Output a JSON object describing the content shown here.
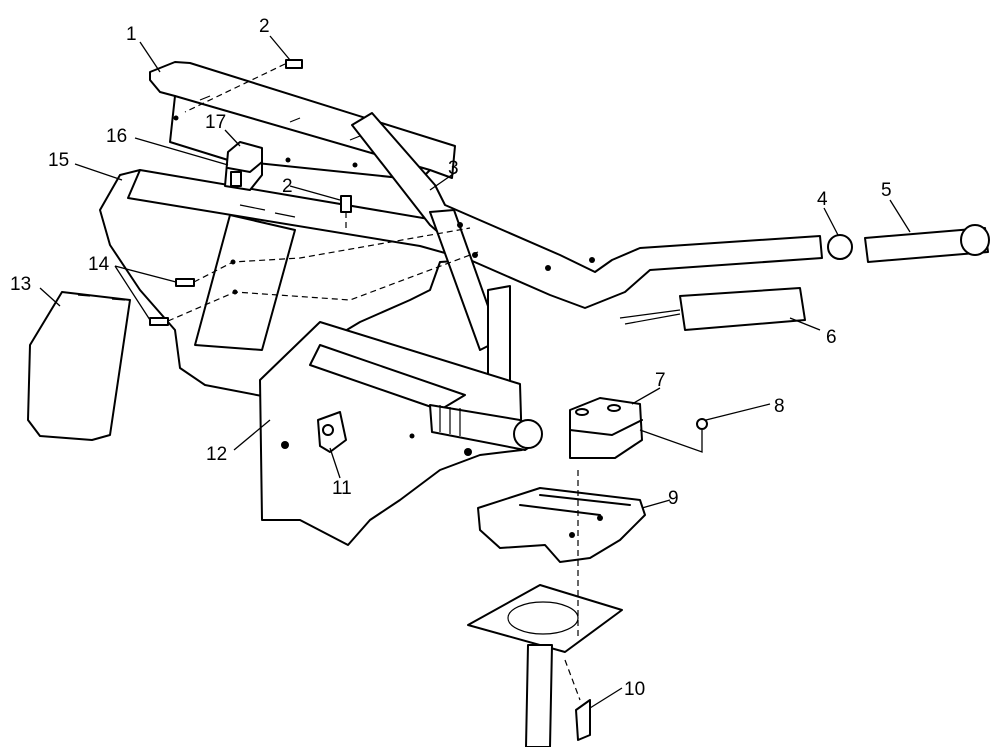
{
  "labels": [
    "1",
    "2",
    "2",
    "3",
    "4",
    "5",
    "6",
    "7",
    "8",
    "9",
    "10",
    "11",
    "12",
    "13",
    "14",
    "15",
    "16",
    "17"
  ],
  "parts": {
    "top_cover": "1",
    "screw_top": "2",
    "screw_mid": "2",
    "handlebar": "3",
    "bar_end_plug": "4",
    "grip_right": "5",
    "grip_heated": "6",
    "upper_clamp": "7",
    "nut": "8",
    "lower_clamp": "9",
    "bolt": "10",
    "fastener_clip": "11",
    "pod_panel": "12",
    "side_cover": "13",
    "screws_side": "14",
    "console_housing": "15",
    "switch_housing": "16",
    "switch": "17"
  }
}
